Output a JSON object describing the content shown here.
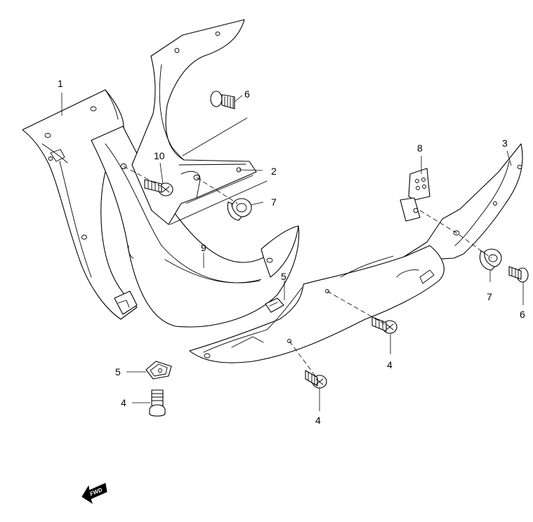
{
  "diagram": {
    "callouts": [
      "1",
      "2",
      "3",
      "4",
      "4",
      "4",
      "5",
      "5",
      "6",
      "6",
      "7",
      "7",
      "8",
      "9",
      "10"
    ],
    "fwd_label": "FWD",
    "colors": {
      "line": "#000000",
      "background": "#ffffff"
    }
  }
}
